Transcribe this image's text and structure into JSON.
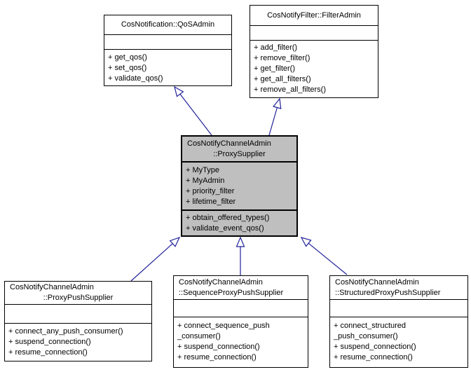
{
  "diagram": {
    "type": "uml-class-inheritance",
    "background_color": "#ffffff",
    "box_fill": "#ffffff",
    "highlight_fill": "#bfbfbf",
    "border_color": "#000000",
    "arrow_color": "#22229a"
  },
  "classes": [
    {
      "id": "qosadmin",
      "title_lines": [
        "CosNotification::QoSAdmin"
      ],
      "attribute_lines": [],
      "method_lines": [
        "+ get_qos()",
        "+ set_qos()",
        "+ validate_qos()"
      ],
      "highlighted": false
    },
    {
      "id": "filteradmin",
      "title_lines": [
        "CosNotifyFilter::FilterAdmin"
      ],
      "attribute_lines": [],
      "method_lines": [
        "+ add_filter()",
        "+ remove_filter()",
        "+ get_filter()",
        "+ get_all_filters()",
        "+ remove_all_filters()"
      ],
      "highlighted": false
    },
    {
      "id": "proxysupplier",
      "title_lines": [
        "CosNotifyChannelAdmin",
        "::ProxySupplier"
      ],
      "attribute_lines": [
        "+ MyType",
        "+ MyAdmin",
        "+ priority_filter",
        "+ lifetime_filter"
      ],
      "method_lines": [
        "+ obtain_offered_types()",
        "+ validate_event_qos()"
      ],
      "highlighted": true
    },
    {
      "id": "proxypushsupplier",
      "title_lines": [
        "CosNotifyChannelAdmin",
        "::ProxyPushSupplier"
      ],
      "attribute_lines": [],
      "method_lines": [
        "+ connect_any_push_consumer()",
        "+ suspend_connection()",
        "+ resume_connection()"
      ],
      "highlighted": false
    },
    {
      "id": "sequenceproxypushsupplier",
      "title_lines": [
        "CosNotifyChannelAdmin",
        "::SequenceProxyPushSupplier"
      ],
      "attribute_lines": [],
      "method_lines": [
        "+ connect_sequence_push",
        "_consumer()",
        "+ suspend_connection()",
        "+ resume_connection()"
      ],
      "highlighted": false
    },
    {
      "id": "structuredproxypushsupplier",
      "title_lines": [
        "CosNotifyChannelAdmin",
        "::StructuredProxyPushSupplier"
      ],
      "attribute_lines": [],
      "method_lines": [
        "+ connect_structured",
        "_push_consumer()",
        "+ suspend_connection()",
        "+ resume_connection()"
      ],
      "highlighted": false
    }
  ],
  "relations": [
    {
      "type": "inherits",
      "from": "CosNotifyChannelAdmin::ProxySupplier",
      "to": "CosNotification::QoSAdmin"
    },
    {
      "type": "inherits",
      "from": "CosNotifyChannelAdmin::ProxySupplier",
      "to": "CosNotifyFilter::FilterAdmin"
    },
    {
      "type": "inherits",
      "from": "CosNotifyChannelAdmin::ProxyPushSupplier",
      "to": "CosNotifyChannelAdmin::ProxySupplier"
    },
    {
      "type": "inherits",
      "from": "CosNotifyChannelAdmin::SequenceProxyPushSupplier",
      "to": "CosNotifyChannelAdmin::ProxySupplier"
    },
    {
      "type": "inherits",
      "from": "CosNotifyChannelAdmin::StructuredProxyPushSupplier",
      "to": "CosNotifyChannelAdmin::ProxySupplier"
    }
  ]
}
